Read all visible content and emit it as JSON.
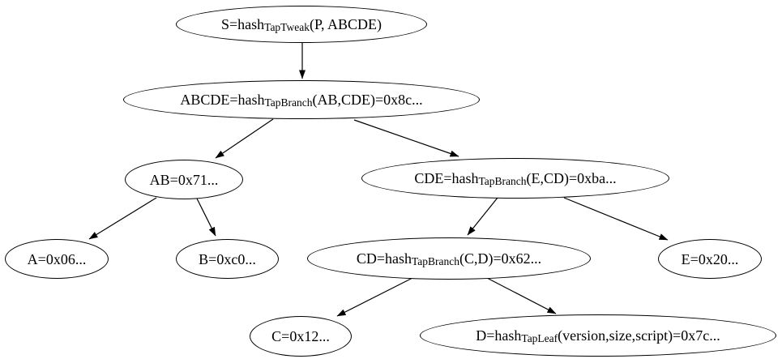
{
  "diagram": {
    "type": "tree",
    "description_colors": {
      "background": "#ffffff",
      "stroke": "#000000",
      "text": "#000000"
    },
    "nodes": [
      {
        "id": "S",
        "pre": "S=hash",
        "sub": "TapTweak",
        "post": "(P, ABCDE)"
      },
      {
        "id": "ABCDE",
        "pre": "ABCDE=hash",
        "sub": "TapBranch",
        "post": "(AB,CDE)=0x8c..."
      },
      {
        "id": "AB",
        "pre": "AB=0x71...",
        "sub": "",
        "post": ""
      },
      {
        "id": "CDE",
        "pre": "CDE=hash",
        "sub": "TapBranch",
        "post": "(E,CD)=0xba..."
      },
      {
        "id": "A",
        "pre": "A=0x06...",
        "sub": "",
        "post": ""
      },
      {
        "id": "B",
        "pre": "B=0xc0...",
        "sub": "",
        "post": ""
      },
      {
        "id": "CD",
        "pre": "CD=hash",
        "sub": "TapBranch",
        "post": "(C,D)=0x62..."
      },
      {
        "id": "E",
        "pre": "E=0x20...",
        "sub": "",
        "post": ""
      },
      {
        "id": "C",
        "pre": "C=0x12...",
        "sub": "",
        "post": ""
      },
      {
        "id": "D",
        "pre": "D=hash",
        "sub": "TapLeaf",
        "post": "(version,size,script)=0x7c..."
      }
    ],
    "edges": [
      {
        "from": "S",
        "to": "ABCDE"
      },
      {
        "from": "ABCDE",
        "to": "AB"
      },
      {
        "from": "ABCDE",
        "to": "CDE"
      },
      {
        "from": "AB",
        "to": "A"
      },
      {
        "from": "AB",
        "to": "B"
      },
      {
        "from": "CDE",
        "to": "CD"
      },
      {
        "from": "CDE",
        "to": "E"
      },
      {
        "from": "CD",
        "to": "C"
      },
      {
        "from": "CD",
        "to": "D"
      }
    ]
  }
}
